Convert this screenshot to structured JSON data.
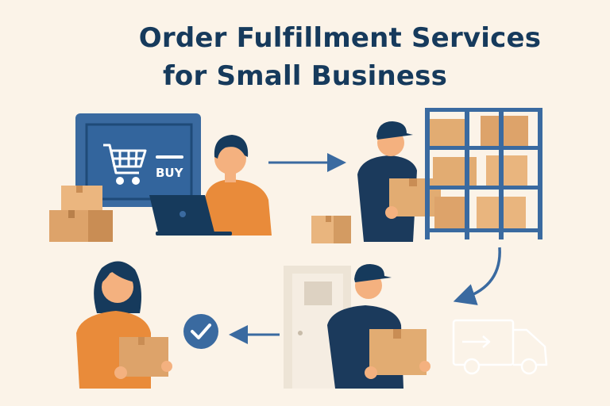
{
  "title": {
    "line1": "Order Fulfillment Services",
    "line2": "for Small Business"
  },
  "monitor": {
    "button_label": "BUY"
  },
  "colors": {
    "background": "#fbf3e8",
    "title": "#163a5c",
    "accent_blue": "#3a6aa0",
    "navy": "#1b3a5c",
    "orange_shirt": "#e98b3a",
    "cardboard": "#e2ac72"
  },
  "steps": [
    {
      "name": "online-order",
      "icons": [
        "shopping-cart-icon",
        "laptop-icon"
      ]
    },
    {
      "name": "warehouse-picking",
      "icons": [
        "shelf-icon",
        "box-icon"
      ]
    },
    {
      "name": "shipping",
      "icons": [
        "truck-icon"
      ]
    },
    {
      "name": "doorstep-delivery",
      "icons": [
        "door-icon",
        "box-icon"
      ]
    },
    {
      "name": "customer-received",
      "icons": [
        "check-circle-icon"
      ]
    }
  ]
}
